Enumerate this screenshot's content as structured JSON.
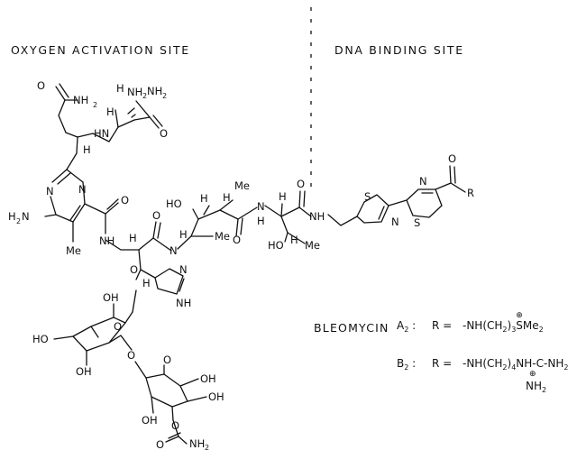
{
  "headings": {
    "oxygen_site": "OXYGEN ACTIVATION SITE",
    "dna_site": "DNA BINDING SITE"
  },
  "compound": {
    "name": "BLEOMYCIN",
    "variant_a": "A",
    "variant_a_sub": "2",
    "variant_b": "B",
    "variant_b_sub": "2",
    "r_label": "R =",
    "sep": ":",
    "r_a_prefix": "-NH(CH",
    "r_a_sub": "2",
    "r_a_close": ")",
    "r_a_sub2": "3",
    "r_a_charge": "⊕",
    "r_a_suffix": "SMe",
    "r_a_sub3": "2",
    "r_b_prefix": "-NH(CH",
    "r_b_sub": "2",
    "r_b_close": ")",
    "r_b_sub2": "4",
    "r_b_mid": "NH-C-NH",
    "r_b_sub3": "2",
    "r_b_charge": "⊕",
    "r_b_bottom": "NH",
    "r_b_bottom_sub": "2"
  },
  "atoms": {
    "O": "O",
    "N": "N",
    "NH": "NH",
    "H": "H",
    "S": "S",
    "R": "R",
    "OH": "OH",
    "HO": "HO",
    "HN": "HN",
    "Me": "Me",
    "NH2": "NH",
    "H2N": "H",
    "H2N_tail": "N",
    "two": "2"
  }
}
